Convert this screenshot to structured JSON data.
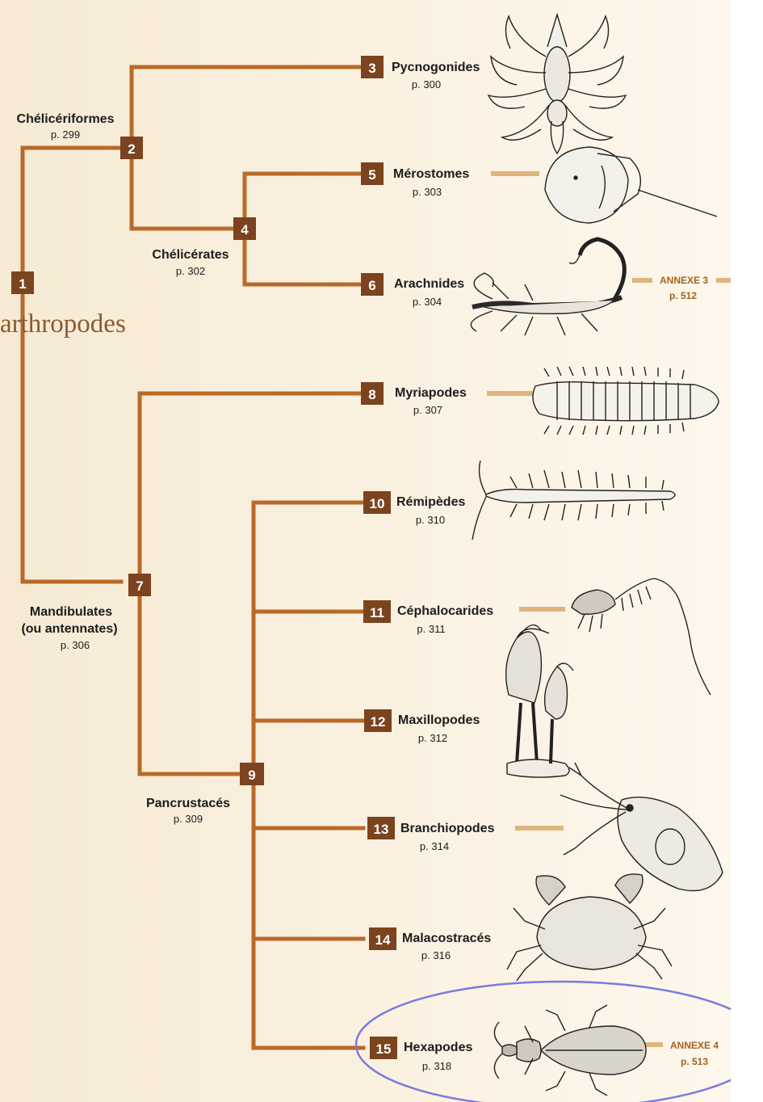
{
  "colors": {
    "branch": "#b96a28",
    "node_box": "#7b431e",
    "node_text": "#ffffff",
    "label_text": "#1c1c1c",
    "annexe_text": "#a2621f",
    "connector": "#ddb57f",
    "highlight": "#7b7ae0",
    "background": "#f8eedb"
  },
  "overlay_label": "arthropodes",
  "nodes": [
    {
      "id": "n1",
      "number": "1"
    },
    {
      "id": "n2",
      "number": "2",
      "name": "Chélicériformes",
      "page": "p. 299"
    },
    {
      "id": "n4",
      "number": "4",
      "name": "Chélicérates",
      "page": "p. 302"
    },
    {
      "id": "n7",
      "number": "7",
      "name": "Mandibulates",
      "name_line2": "(ou antennates)",
      "page": "p. 306"
    },
    {
      "id": "n9",
      "number": "9",
      "name": "Pancrustacés",
      "page": "p. 309"
    }
  ],
  "leaves": [
    {
      "id": "l3",
      "number": "3",
      "name": "Pycnogonides",
      "page": "p. 300",
      "icon": "sea-spider-icon"
    },
    {
      "id": "l5",
      "number": "5",
      "name": "Mérostomes",
      "page": "p. 303",
      "icon": "horseshoe-crab-icon"
    },
    {
      "id": "l6",
      "number": "6",
      "name": "Arachnides",
      "page": "p. 304",
      "icon": "scorpion-icon"
    },
    {
      "id": "l8",
      "number": "8",
      "name": "Myriapodes",
      "page": "p. 307",
      "icon": "millipede-icon"
    },
    {
      "id": "l10",
      "number": "10",
      "name": "Rémipèdes",
      "page": "p. 310",
      "icon": "remipede-icon"
    },
    {
      "id": "l11",
      "number": "11",
      "name": "Céphalocarides",
      "page": "p. 311",
      "icon": "cephalocarid-icon"
    },
    {
      "id": "l12",
      "number": "12",
      "name": "Maxillopodes",
      "page": "p. 312",
      "icon": "barnacle-icon"
    },
    {
      "id": "l13",
      "number": "13",
      "name": "Branchiopodes",
      "page": "p. 314",
      "icon": "water-flea-icon"
    },
    {
      "id": "l14",
      "number": "14",
      "name": "Malacostracés",
      "page": "p. 316",
      "icon": "crab-icon"
    },
    {
      "id": "l15",
      "number": "15",
      "name": "Hexapodes",
      "page": "p. 318",
      "icon": "beetle-icon"
    }
  ],
  "annexes": [
    {
      "id": "a3",
      "title": "ANNEXE 3",
      "page": "p. 512"
    },
    {
      "id": "a4",
      "title": "ANNEXE 4",
      "page": "p. 513"
    }
  ]
}
